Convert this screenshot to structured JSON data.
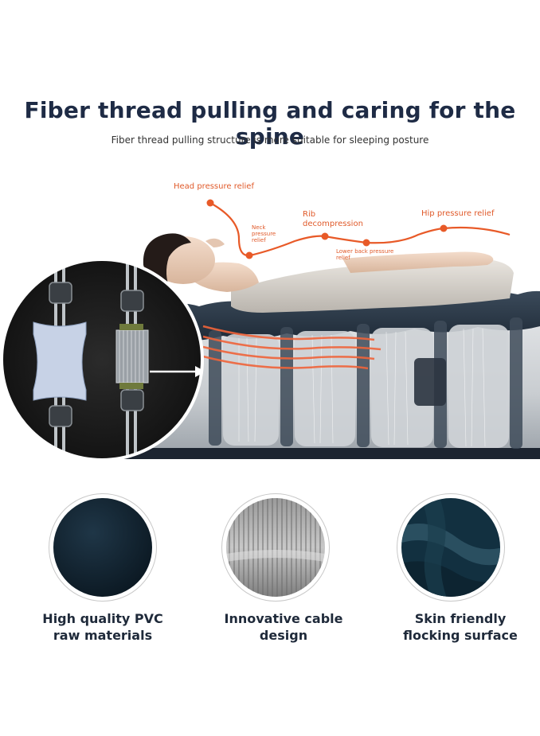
{
  "header": {
    "title": "Fiber thread pulling and caring for the spine",
    "subtitle": "Fiber thread pulling structure is more suitable for sleeping posture"
  },
  "pressure_labels": {
    "head": "Head pressure relief",
    "neck": [
      "Neck",
      "pressure",
      "relief"
    ],
    "rib": [
      "Rib",
      "decompression"
    ],
    "lower_back": [
      "Lower back pressure",
      "relief"
    ],
    "hip": "Hip pressure relief"
  },
  "features": [
    {
      "icon": "pvc-material-icon",
      "line1": "High quality PVC",
      "line2": "raw materials"
    },
    {
      "icon": "cable-design-icon",
      "line1": "Innovative cable",
      "line2": "design"
    },
    {
      "icon": "flocking-surface-icon",
      "line1": "Skin friendly",
      "line2": "flocking surface"
    }
  ],
  "colors": {
    "title": "#1e2b45",
    "accent": "#e05a2a",
    "mattress": "#2a3848",
    "caption": "#1f2a3a"
  }
}
